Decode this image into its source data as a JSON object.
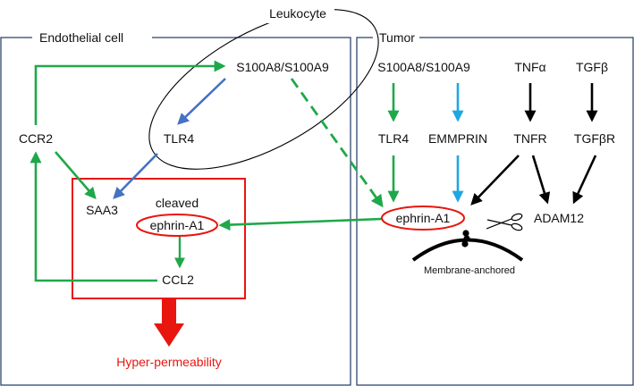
{
  "panels": {
    "endothelial": "Endothelial cell",
    "tumor": "Tumor",
    "leukocyte": "Leukocyte"
  },
  "endothelial": {
    "s100": "S100A8/S100A9",
    "ccr2": "CCR2",
    "tlr4": "TLR4",
    "saa3": "SAA3",
    "cleaved": "cleaved",
    "ephrin": "ephrin-A1",
    "ccl2": "CCL2",
    "outcome": "Hyper-permeability"
  },
  "tumor": {
    "s100": "S100A8/S100A9",
    "tnfa": "TNFα",
    "tgfb": "TGFβ",
    "tlr4": "TLR4",
    "emmprin": "EMMPRIN",
    "tnfr": "TNFR",
    "tgfbr": "TGFβR",
    "ephrin": "ephrin-A1",
    "adam12": "ADAM12",
    "membrane": "Membrane-anchored"
  },
  "colors": {
    "green": "#1fa84a",
    "blue": "#4472c4",
    "cyan": "#1ea7e1",
    "black": "#000000",
    "red": "#e8160e",
    "panel_border": "#1f3864"
  }
}
